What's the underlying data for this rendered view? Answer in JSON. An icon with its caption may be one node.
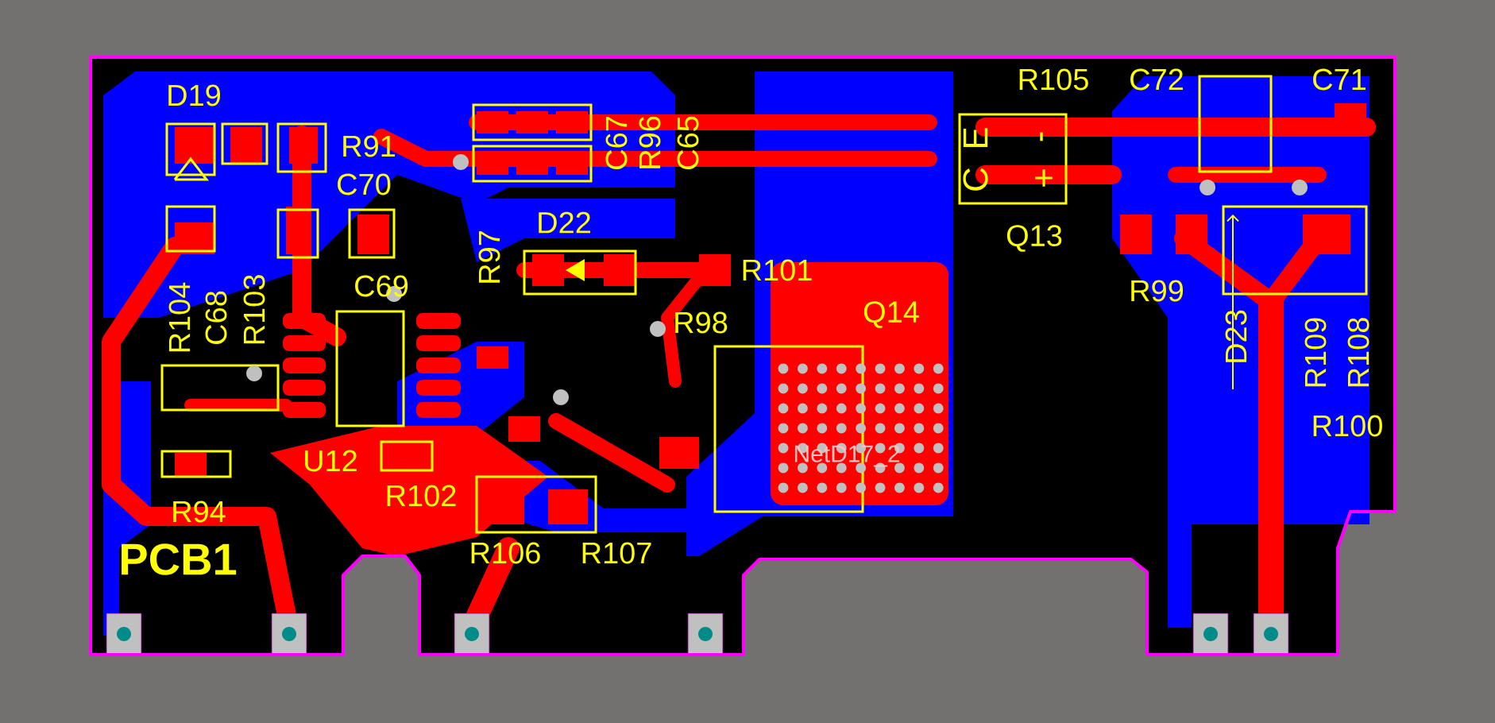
{
  "diagram": {
    "labels": [
      "D19",
      "R105",
      "C72",
      "C71",
      "C67",
      "R96",
      "C65",
      "R91",
      "C70",
      "E",
      "-",
      "C",
      "+",
      "D22",
      "Q13",
      "R97",
      "R101",
      "C69",
      "R99",
      "R98",
      "Q14",
      "R104",
      "C68",
      "R103",
      "D23",
      "R109",
      "R108",
      "R100",
      "U12",
      "NetD17_2",
      "R94",
      "R102",
      "PCB1",
      "R106",
      "R107"
    ]
  }
}
